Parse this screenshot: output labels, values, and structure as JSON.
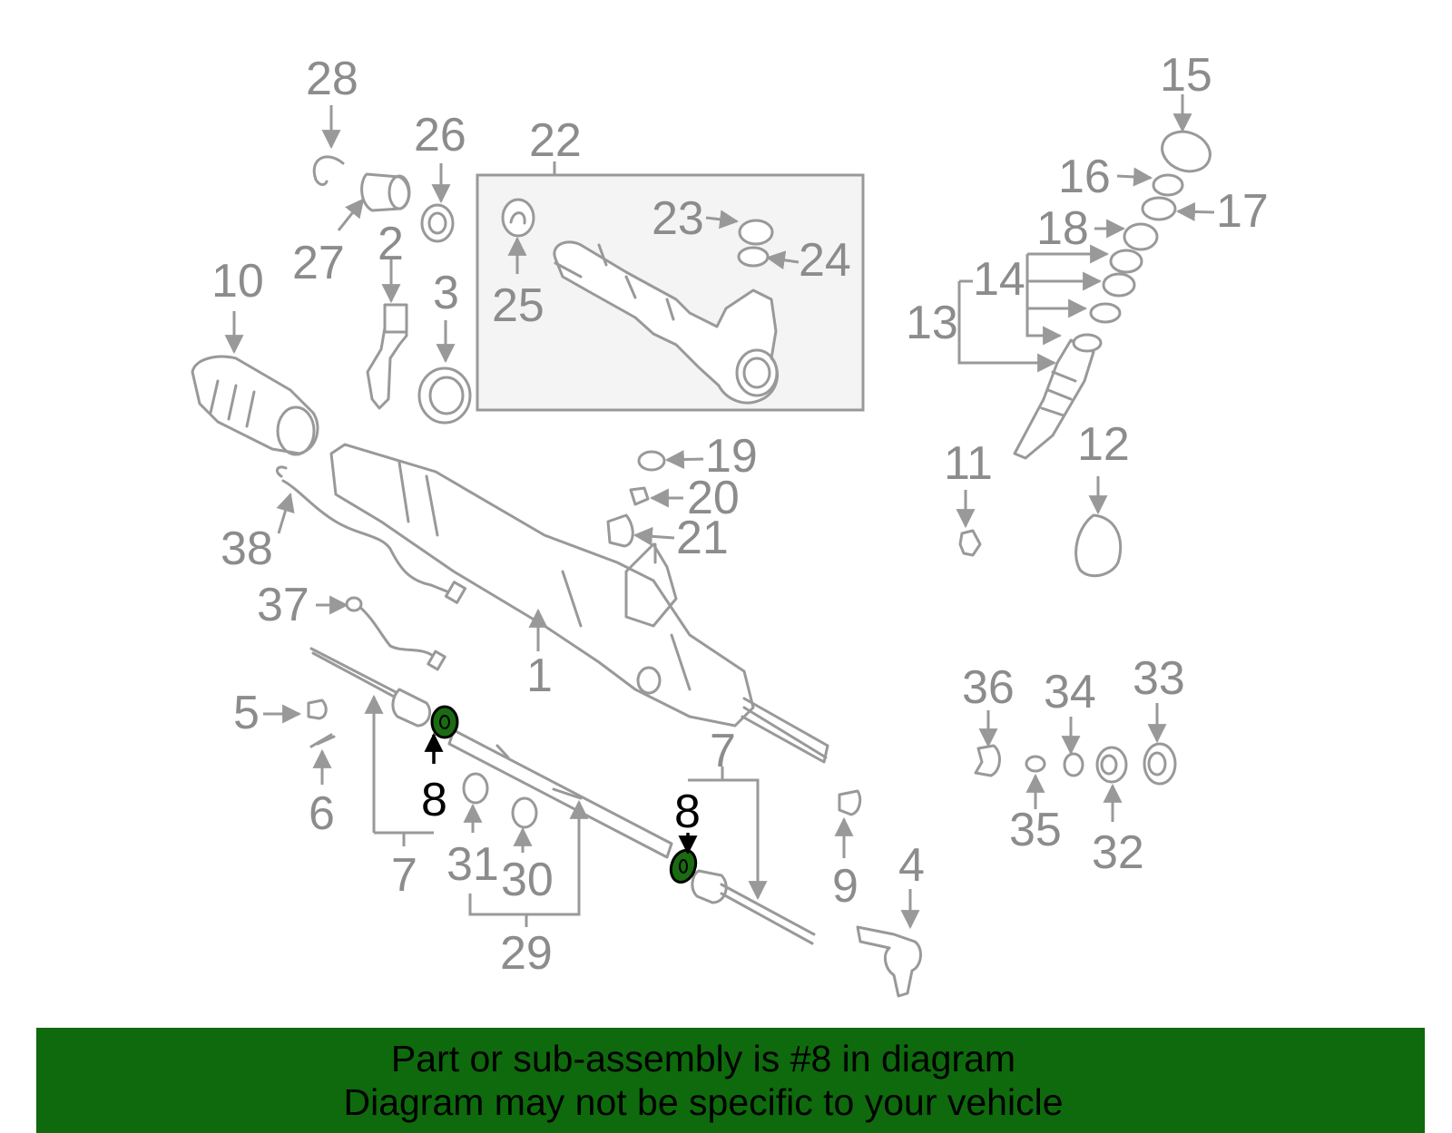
{
  "callouts": {
    "c1": "1",
    "c2": "2",
    "c3": "3",
    "c4": "4",
    "c5": "5",
    "c6": "6",
    "c7": "7",
    "c8": "8",
    "c9": "9",
    "c10": "10",
    "c11": "11",
    "c12": "12",
    "c13": "13",
    "c14": "14",
    "c15": "15",
    "c16": "16",
    "c17": "17",
    "c18": "18",
    "c19": "19",
    "c20": "20",
    "c21": "21",
    "c22": "22",
    "c23": "23",
    "c24": "24",
    "c25": "25",
    "c26": "26",
    "c27": "27",
    "c28": "28",
    "c29": "29",
    "c30": "30",
    "c31": "31",
    "c32": "32",
    "c33": "33",
    "c34": "34",
    "c35": "35",
    "c36": "36",
    "c37": "37",
    "c38": "38"
  },
  "highlight_part": "8",
  "colors": {
    "banner_bg": "#0e6a0c",
    "highlight_fill": "#1b6b12",
    "line_gray": "#999999"
  },
  "banner": {
    "line1": "Part or sub-assembly is #8 in diagram",
    "line2": "Diagram may not be specific to your vehicle"
  }
}
